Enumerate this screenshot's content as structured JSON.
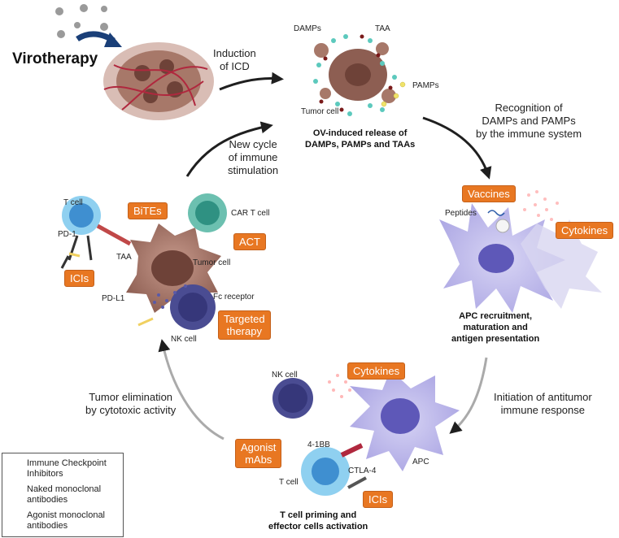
{
  "title": "Virotherapy",
  "steps": {
    "induction": "Induction of ICD",
    "recognition": "Recognition of DAMPs and PAMPs by the immune system",
    "initiation": "Initiation of antitumor immune response",
    "elimination": "Tumor elimination by cytotoxic activity",
    "new_cycle": "New cycle of immune stimulation"
  },
  "step_lines": {
    "induction": [
      "Induction",
      "of ICD"
    ],
    "recognition": [
      "Recognition of",
      "DAMPs and PAMPs",
      "by the immune system"
    ],
    "initiation": [
      "Initiation of antitumor",
      "immune response"
    ],
    "elimination": [
      "Tumor elimination",
      "by cytotoxic activity"
    ],
    "new_cycle": [
      "New cycle",
      "of immune",
      "stimulation"
    ]
  },
  "top_panel": {
    "damps": "DAMPs",
    "taa": "TAA",
    "pamps": "PAMPs",
    "tumor_cell": "Tumor cell",
    "caption": [
      "OV-induced release of",
      "DAMPs, PAMPs and TAAs"
    ]
  },
  "right_panel": {
    "vaccines": "Vaccines",
    "peptides": "Peptides",
    "cytokines": "Cytokines",
    "caption": [
      "APC recruitment,",
      "maturation and",
      "antigen presentation"
    ]
  },
  "bottom_panel": {
    "nk_cell": "NK cell",
    "cytokines": "Cytokines",
    "agonist_mabs": [
      "Agonist",
      "mAbs"
    ],
    "four_1bb": "4-1BB",
    "apc": "APC",
    "t_cell": "T cell",
    "ctla4": "CTLA-4",
    "icis": "ICIs",
    "caption": [
      "T cell priming and",
      "effector cells activation"
    ]
  },
  "left_panel": {
    "t_cell": "T cell",
    "bites": "BiTEs",
    "car_t_cell": "CAR T cell",
    "act": "ACT",
    "pd1": "PD-1",
    "taa": "TAA",
    "tumor_cell": "Tumor cell",
    "icis": "ICIs",
    "pdl1": "PD-L1",
    "fc_receptor": "Fc receptor",
    "targeted_therapy": [
      "Targeted",
      "therapy"
    ],
    "nk_cell": "NK cell"
  },
  "legend": [
    {
      "lines": [
        "Immune Checkpoint",
        "Inhibitors"
      ],
      "color": "#333333"
    },
    {
      "lines": [
        "Naked monoclonal",
        "antibodies"
      ],
      "color": "#a0306e"
    },
    {
      "lines": [
        "Agonist monoclonal",
        "antibodies"
      ],
      "color": "#3a8a4a"
    }
  ],
  "colors": {
    "tag": "#e87722",
    "tumor": "#9a6a5e",
    "t_cell": "#7cc4e8",
    "car_t": "#6cc0b0",
    "nk": "#4a4c92",
    "apc": "#b8b4e8",
    "arrow": "#1f1f1f"
  }
}
